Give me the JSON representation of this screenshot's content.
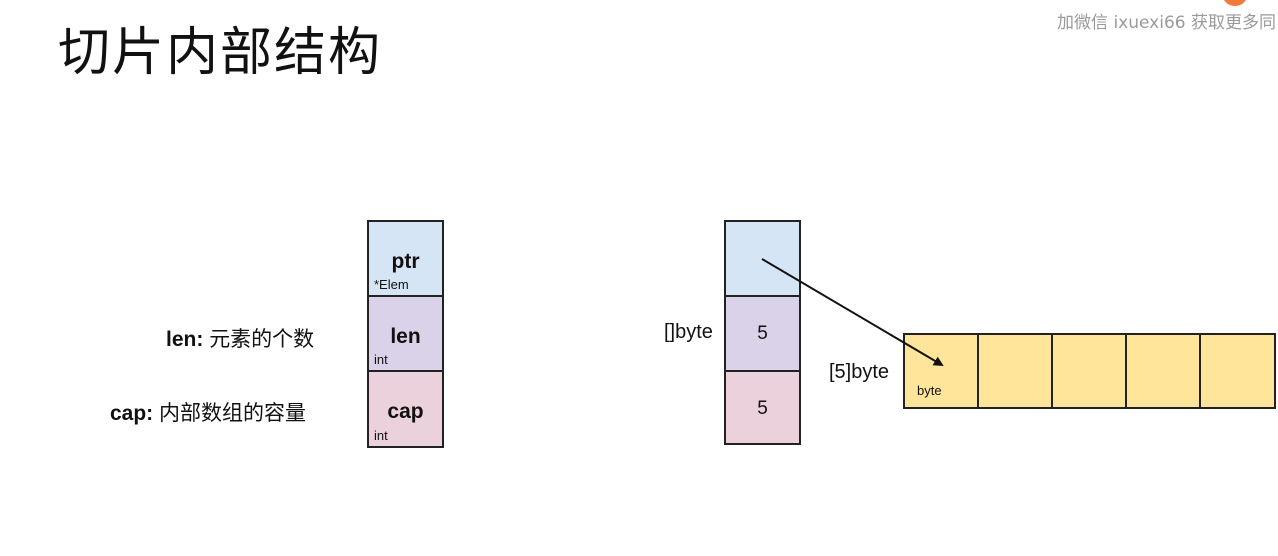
{
  "title": "切片内部结构",
  "watermark": "加微信 ixuexi66 获取更多同",
  "colors": {
    "ptr_fill": "#d5e5f5",
    "len_fill": "#d9d2e9",
    "cap_fill": "#ead1dc",
    "array_fill": "#ffe599",
    "border": "#222222",
    "watermark_text": "#9a9a9a"
  },
  "slice_struct": {
    "fields": [
      {
        "name": "ptr",
        "type": "*Elem"
      },
      {
        "name": "len",
        "type": "int"
      },
      {
        "name": "cap",
        "type": "int"
      }
    ],
    "annotations": {
      "len": {
        "key": "len:",
        "desc": "元素的个数"
      },
      "cap": {
        "key": "cap:",
        "desc": "内部数组的容量"
      }
    }
  },
  "slice_example": {
    "label": "[]byte",
    "len_value": "5",
    "cap_value": "5"
  },
  "array_example": {
    "label": "[5]byte",
    "element_type": "byte",
    "length": 5
  }
}
